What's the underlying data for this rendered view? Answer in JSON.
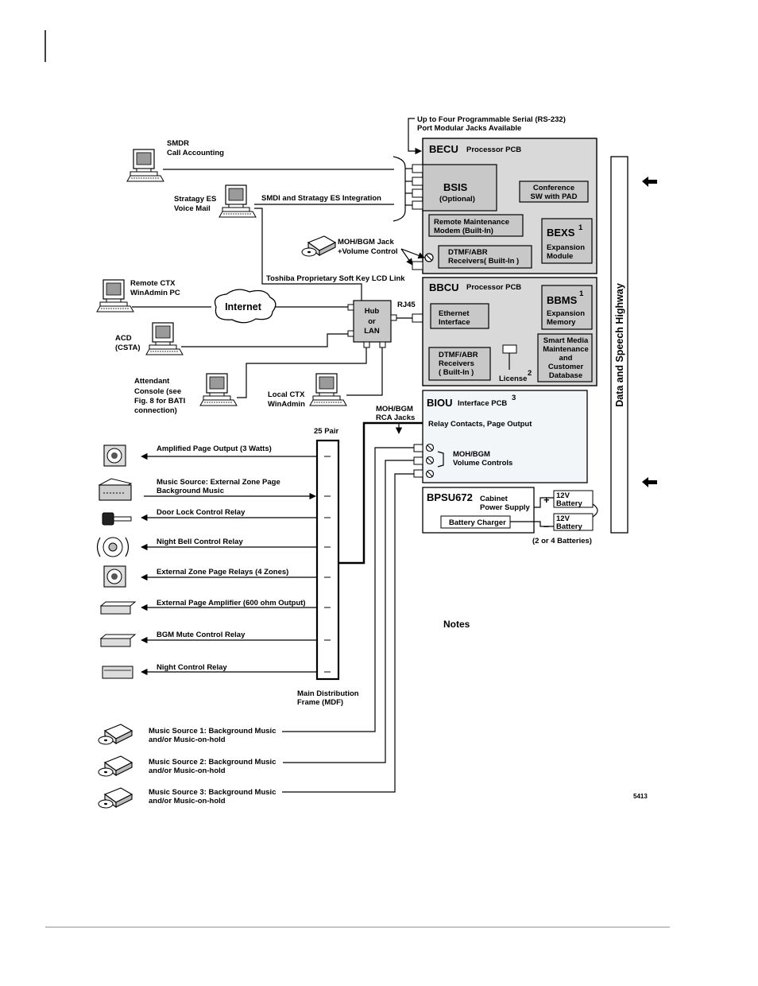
{
  "diagram": {
    "serial_note": [
      "Up to Four Programmable Serial (RS-232)",
      "Port Modular Jacks Available"
    ],
    "smdr": [
      "SMDR",
      "Call Accounting"
    ],
    "voicemail": [
      "Stratagy ES",
      "Voice Mail"
    ],
    "smdi_link": "SMDI and Stratagy ES Integration",
    "moh_jack": [
      "MOH/BGM Jack",
      "+Volume Control"
    ],
    "soft_key_link": "Toshiba Proprietary Soft Key LCD Link",
    "remote_ctx": [
      "Remote CTX",
      "WinAdmin PC"
    ],
    "internet": "Internet",
    "rj45": "RJ45",
    "hub": [
      "Hub",
      "or",
      "LAN"
    ],
    "acd": [
      "ACD",
      "(CSTA)"
    ],
    "attendant": [
      "Attendant",
      "Console (see",
      "Fig. 8 for BATI",
      "connection)"
    ],
    "local_ctx": [
      "Local CTX",
      "WinAdmin"
    ],
    "moh_rca": [
      "MOH/BGM",
      "RCA Jacks"
    ],
    "pair25": "25 Pair",
    "mdf": [
      "Main Distribution",
      "Frame (MDF)"
    ],
    "becu": {
      "title": "BECU",
      "subtitle": "Processor PCB",
      "bsis": "BSIS",
      "bsis_opt": "(Optional)",
      "conference": [
        "Conference",
        "SW with PAD"
      ],
      "modem": [
        "Remote Maintenance",
        "Modem (Built-In)"
      ],
      "bexs": "BEXS",
      "bexs_sup": "1",
      "bexs_desc": [
        "Expansion",
        "Module"
      ],
      "dtmf": [
        "DTMF/ABR",
        "Receivers( Built-In )"
      ]
    },
    "bbcu": {
      "title": "BBCU",
      "subtitle": "Processor PCB",
      "bbms": "BBMS",
      "bbms_sup": "1",
      "bbms_desc": [
        "Expansion",
        "Memory"
      ],
      "ethernet": [
        "Ethernet",
        "Interface"
      ],
      "dtmf": [
        "DTMF/ABR",
        "Receivers",
        "( Built-In )"
      ],
      "license": "License",
      "license_sup": "2",
      "smart": [
        "Smart Media",
        "Maintenance",
        "and",
        "Customer",
        "Database"
      ]
    },
    "biou": {
      "title": "BIOU",
      "subtitle": "Interface PCB",
      "sup": "3",
      "relay": "Relay Contacts, Page Output",
      "moh": [
        "MOH/BGM",
        "Volume Controls"
      ]
    },
    "bpsu": {
      "title": "BPSU672",
      "desc": [
        "Cabinet",
        "Power Supply"
      ],
      "charger": "Battery Charger",
      "battery1": [
        "12V",
        "Battery"
      ],
      "battery2": [
        "12V",
        "Battery"
      ],
      "plus": "+",
      "minus": "–",
      "batteries_note": "(2 or 4 Batteries)"
    },
    "highway": "Data and Speech Highway",
    "outputs": [
      "Amplified Page Output (3 Watts)",
      "Music Source: External Zone Page",
      "Background Music",
      "Door Lock Control Relay",
      "Night Bell Control Relay",
      "External Zone Page Relays (4 Zones)",
      "External Page Amplifier (600 ohm Output)",
      "BGM Mute Control Relay",
      "Night Control Relay"
    ],
    "music_sources": [
      [
        "Music Source 1: Background Music",
        "and/or Music-on-hold"
      ],
      [
        "Music Source 2: Background Music",
        "and/or Music-on-hold"
      ],
      [
        "Music Source 3: Background Music",
        "and/or Music-on-hold"
      ]
    ],
    "notes": "Notes",
    "figure_id": "5413"
  }
}
